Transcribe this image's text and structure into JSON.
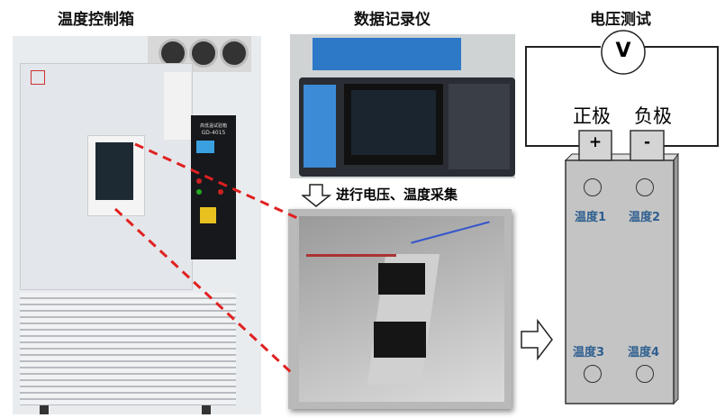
{
  "titles": {
    "chamber": "温度控制箱",
    "logger": "数据记录仪",
    "voltage_test": "电压测试"
  },
  "chamber": {
    "panel_line1": "高低温试验箱",
    "panel_line2": "GD-4015"
  },
  "collect_label": "进行电压、温度采集",
  "diagram": {
    "voltmeter": "V",
    "positive_label": "正极",
    "negative_label": "负极",
    "positive_sign": "+",
    "negative_sign": "-",
    "sensors": [
      "温度1",
      "温度2",
      "温度3",
      "温度4"
    ]
  },
  "colors": {
    "dashed_line": "#e02020",
    "sensor_label": "#2e5f8f",
    "cell": "#c4c4c4"
  }
}
